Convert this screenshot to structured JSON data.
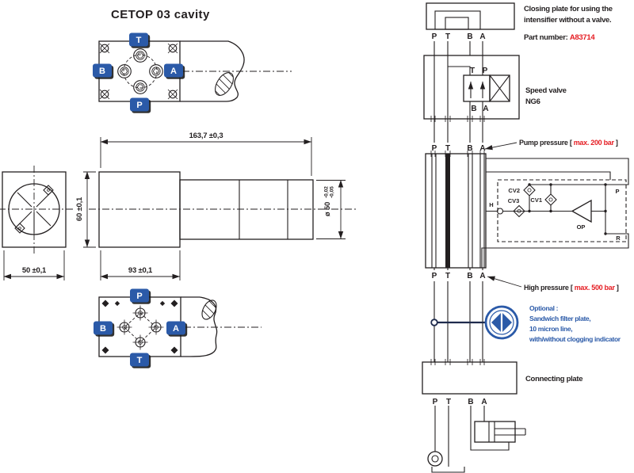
{
  "title": "CETOP 03 cavity",
  "colors": {
    "line": "#231f20",
    "blue": "#2b5aa8",
    "red": "#e51d23"
  },
  "cavity_top": {
    "top": "T",
    "left": "B",
    "right": "A",
    "bottom": "P"
  },
  "cavity_bottom": {
    "top": "P",
    "left": "B",
    "right": "A",
    "bottom": "T"
  },
  "dims": {
    "length": "163,7 ±0,3",
    "height": "60 ±0,1",
    "width": "93 ±0,1",
    "flange": "50 ±0,1",
    "diameter": "ø 50",
    "dia_tol_upper": "-0,02",
    "dia_tol_lower": "-0,05"
  },
  "stack": {
    "closing_plate_note_1": "Closing plate for using the",
    "closing_plate_note_2": "intensifier without a valve.",
    "part_number_label": "Part number: ",
    "part_number": "A83714",
    "closing_ports": [
      "P",
      "T",
      "B",
      "A"
    ],
    "speed_valve_1": "Speed valve",
    "speed_valve_2": "NG6",
    "valve_port_t": "T",
    "valve_port_p": "P",
    "valve_port_b": "B",
    "valve_port_a": "A",
    "upper_ports": [
      "P",
      "T",
      "B",
      "A"
    ],
    "lower_ports": [
      "P",
      "T",
      "B",
      "A"
    ],
    "plate_ports": [
      "P",
      "T",
      "B",
      "A"
    ],
    "pump_pressure_prefix": "Pump pressure [ ",
    "pump_pressure_value": "max. 200 bar",
    "pump_pressure_suffix": " ]",
    "high_pressure_prefix": "High pressure [ ",
    "high_pressure_value": "max. 500 bar",
    "high_pressure_suffix": " ]",
    "connecting_plate": "Connecting plate"
  },
  "intensifier": {
    "h": "H",
    "p": "P",
    "r": "R",
    "cv1": "CV1",
    "cv2": "CV2",
    "cv3": "CV3",
    "op": "OP"
  },
  "optional": {
    "line1": "Optional :",
    "line2": "Sandwich filter plate,",
    "line3": "10 micron line,",
    "line4": "with/without clogging indicator"
  }
}
